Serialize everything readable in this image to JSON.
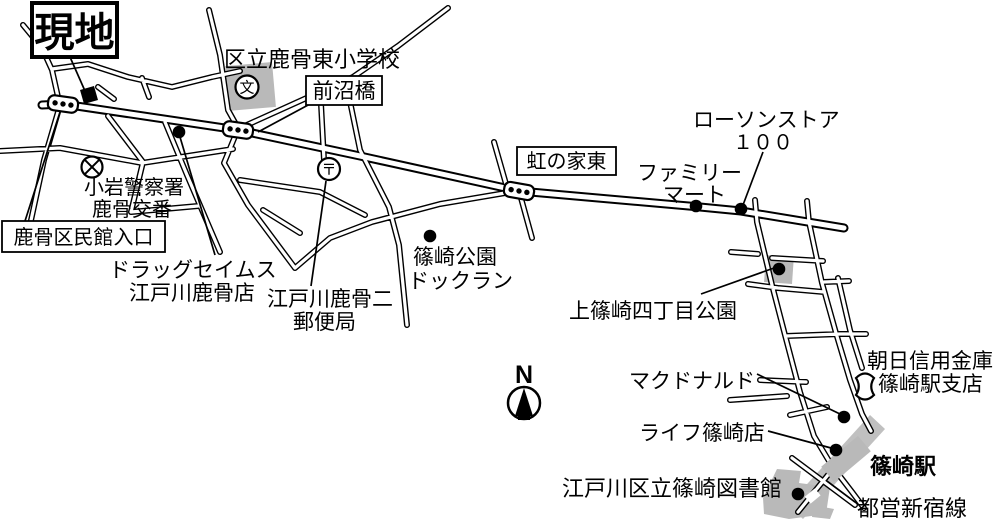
{
  "map": {
    "site_box": "現地",
    "boxed": {
      "maenuma_bridge": "前沼橋",
      "niji_no_ie_higashi": "虹の家東",
      "kumin_kan_entrance": "鹿骨区民館入口"
    },
    "labels": {
      "school": "区立鹿骨東小学校",
      "police_l1": "小岩警察署",
      "police_l2": "鹿骨交番",
      "drug_l1": "ドラッグセイムス",
      "drug_l2": "江戸川鹿骨店",
      "post_l1": "江戸川鹿骨二",
      "post_l2": "郵便局",
      "dogrun_l1": "篠崎公園",
      "dogrun_l2": "ドックラン",
      "lawson_l1": "ローソンストア",
      "lawson_l2": "１００",
      "famima_l1": "ファミリー",
      "famima_l2": "マート",
      "kamishino_park": "上篠崎四丁目公園",
      "mcdonalds": "マクドナルド",
      "asahi_l1": "朝日信用金庫",
      "asahi_l2": "篠崎駅支店",
      "life": "ライフ篠崎店",
      "station": "篠崎駅",
      "library": "江戸川区立篠崎図書館",
      "toei_line": "都営新宿線",
      "compass_n": "N"
    },
    "icon_glyphs": {
      "school": "文",
      "post_office": "〒"
    },
    "icons": {
      "site-marker-icon": "black square",
      "signal-crossing-icon": "rounded box with 3 dots",
      "police-koban-icon": "circle with X",
      "school-icon": "circle with 文",
      "post-office-icon": "circle with 〒",
      "bank-icon": "fundo (weight) map symbol",
      "north-compass-icon": "circle with north arrow"
    },
    "colors": {
      "ink": "#000000",
      "block_gray": "#b9b9b9",
      "rail_gray": "#c0c0c0",
      "background": "#ffffff"
    }
  }
}
